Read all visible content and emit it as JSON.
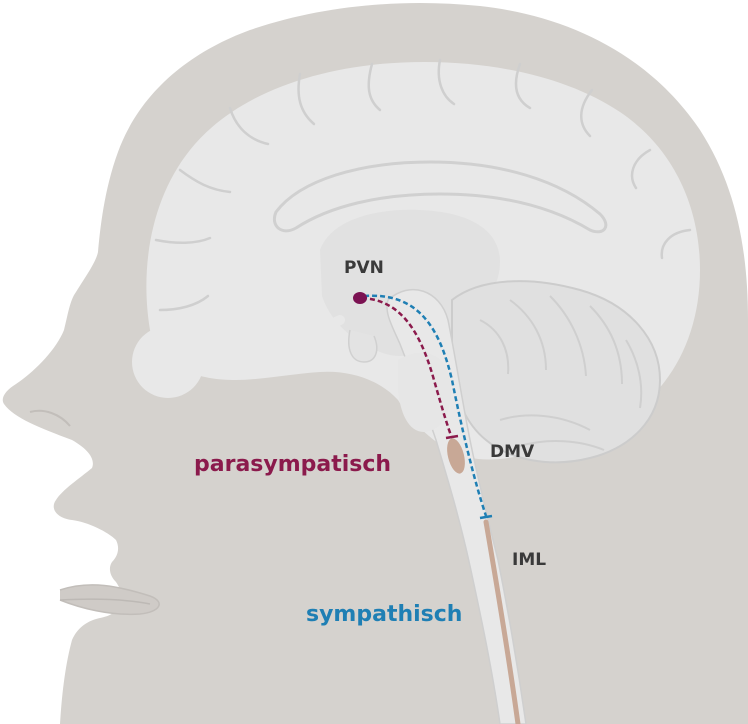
{
  "labels": {
    "pvn": "PVN",
    "dmv": "DMV",
    "iml": "IML",
    "parasympathetic": "parasympatisch",
    "sympathetic": "sympathisch"
  },
  "colors": {
    "background": "#ffffff",
    "head": "#d5d2ce",
    "brain": "#e8e8e8",
    "brain_inner": "#e1e1e1",
    "brain_outline": "#c9c9c9",
    "nucleus": "#7b1252",
    "parasympathetic": "#8b1a4c",
    "sympathetic": "#1f7fb4",
    "dmv_nucleus": "#c8a896",
    "iml_column": "#c8a896",
    "label_text": "#3a3a3a"
  },
  "pathways": [
    {
      "name": "parasympathetic",
      "from": "PVN",
      "to": "DMV",
      "style": "dashed"
    },
    {
      "name": "sympathetic",
      "from": "PVN",
      "to": "IML",
      "style": "dashed"
    }
  ]
}
